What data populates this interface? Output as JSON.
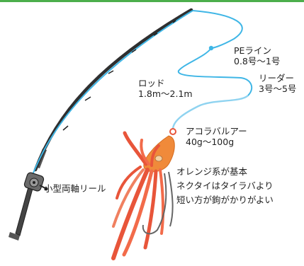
{
  "labels": {
    "rod": {
      "name": "ロッド",
      "size": "1.8m〜2.1m"
    },
    "pe_line": {
      "name": "PEライン",
      "size": "0.8号〜1号"
    },
    "leader": {
      "name": "リーダー",
      "size": "3号〜5号"
    },
    "sinker": {
      "name": "アコラバルアー",
      "size": "40g〜100g"
    },
    "reel": {
      "name": "小型両軸リール"
    },
    "tip": {
      "line1": "オレンジ系が基本",
      "line2": "ネクタイはタイラバより",
      "line3": "短い方が鉤がかりがよい"
    }
  },
  "colors": {
    "header_bar": "#4cae4c",
    "pe_line": "#3fb6e6",
    "leader": "#8fd3f0",
    "rod_blank": "#2f2f2f",
    "lure_head": "#f08a3a",
    "skirt": "#e8553a"
  }
}
